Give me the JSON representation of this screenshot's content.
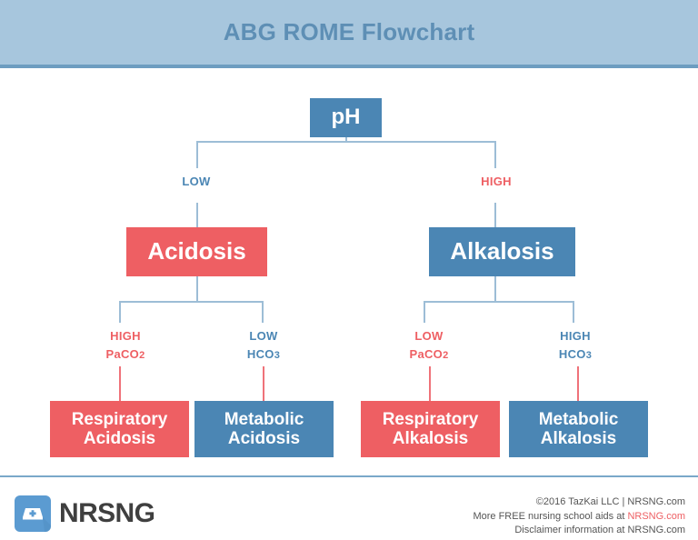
{
  "header": {
    "title": "ABG ROME Flowchart",
    "bg_color": "#a7c6dd",
    "title_color": "#5e8fb5",
    "rule_color": "#6d9dc0"
  },
  "colors": {
    "blue": "#4b86b4",
    "red": "#ee5f63",
    "connector_blue": "#9dbdd6",
    "connector_red": "#ef7279"
  },
  "flow": {
    "root": {
      "label": "pH",
      "color": "#4b86b4"
    },
    "level1": [
      {
        "edge_label": "LOW",
        "edge_color": "#4b86b4",
        "label": "Acidosis",
        "color": "#ee5f63"
      },
      {
        "edge_label": "HIGH",
        "edge_color": "#ee5f63",
        "label": "Alkalosis",
        "color": "#4b86b4"
      }
    ],
    "level2": [
      {
        "edge_line1": "HIGH",
        "edge_line2_base": "PaCO",
        "edge_line2_sub": "2",
        "edge_color": "#ee5f63",
        "label_line1": "Respiratory",
        "label_line2": "Acidosis",
        "color": "#ee5f63"
      },
      {
        "edge_line1": "LOW",
        "edge_line2_base": "HCO",
        "edge_line2_sub": "3",
        "edge_color": "#4b86b4",
        "label_line1": "Metabolic",
        "label_line2": "Acidosis",
        "color": "#4b86b4"
      },
      {
        "edge_line1": "LOW",
        "edge_line2_base": "PaCO",
        "edge_line2_sub": "2",
        "edge_color": "#ee5f63",
        "label_line1": "Respiratory",
        "label_line2": "Alkalosis",
        "color": "#ee5f63"
      },
      {
        "edge_line1": "HIGH",
        "edge_line2_base": "HCO",
        "edge_line2_sub": "3",
        "edge_color": "#4b86b4",
        "label_line1": "Metabolic",
        "label_line2": "Alkalosis",
        "color": "#4b86b4"
      }
    ]
  },
  "footer": {
    "logo_text": "NRSNG",
    "logo_icon": "nurse-cap-icon",
    "legal_line1": "©2016 TazKai LLC | NRSNG.com",
    "legal_line2_prefix": "More FREE nursing school aids at ",
    "legal_line2_link": "NRSNG.com",
    "legal_line3": "Disclaimer information at NRSNG.com"
  }
}
